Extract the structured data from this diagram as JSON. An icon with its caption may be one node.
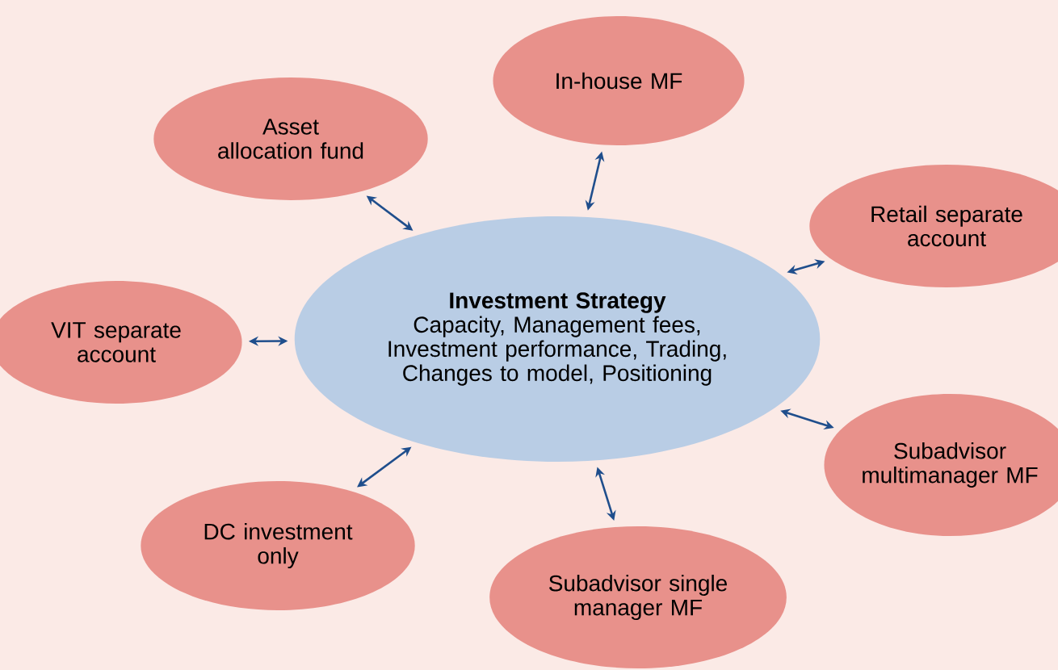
{
  "diagram": {
    "nodes": [
      {
        "text": [
          "Investment Strategy",
          "Capacity, Management fees, Investment performance, Trading, Changes to model, Positioning"
        ]
      },
      {
        "text": [
          "Asset allocation fund"
        ]
      },
      {
        "text": [
          "In-house MF"
        ]
      },
      {
        "text": [
          "Retail separate account"
        ]
      },
      {
        "text": [
          "VIT separate account"
        ]
      },
      {
        "text": [
          "Subadvisor multimanager MF"
        ]
      },
      {
        "text": [
          "DC investment only"
        ]
      },
      {
        "text": [
          "Subadvisor single manager MF"
        ]
      }
    ],
    "edges": [
      {
        "from": 0,
        "to": 1,
        "arrow": "both"
      },
      {
        "from": 0,
        "to": 2,
        "arrow": "both"
      },
      {
        "from": 0,
        "to": 3,
        "arrow": "both"
      },
      {
        "from": 0,
        "to": 4,
        "arrow": "both"
      },
      {
        "from": 0,
        "to": 5,
        "arrow": "both"
      },
      {
        "from": 0,
        "to": 6,
        "arrow": "both"
      },
      {
        "from": 0,
        "to": 7,
        "arrow": "both"
      }
    ]
  }
}
